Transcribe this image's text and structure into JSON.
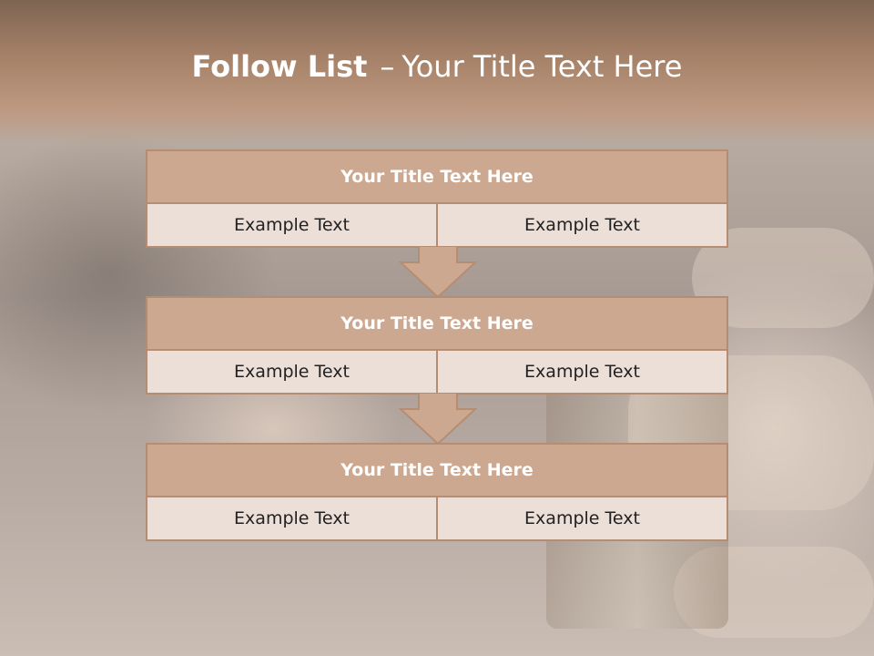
{
  "slide": {
    "title_bold": "Follow List",
    "title_dash": "–",
    "title_rest": "Your Title Text Here"
  },
  "blocks": [
    {
      "title": "Your Title Text Here",
      "cells": [
        "Example Text",
        "Example Text"
      ]
    },
    {
      "title": "Your Title Text Here",
      "cells": [
        "Example Text",
        "Example Text"
      ]
    },
    {
      "title": "Your Title Text Here",
      "cells": [
        "Example Text",
        "Example Text"
      ]
    }
  ],
  "colors": {
    "header_fill": "#cda891",
    "cell_fill": "#ecdfd7",
    "border": "#b48d73",
    "arrow_fill": "#cda891"
  }
}
